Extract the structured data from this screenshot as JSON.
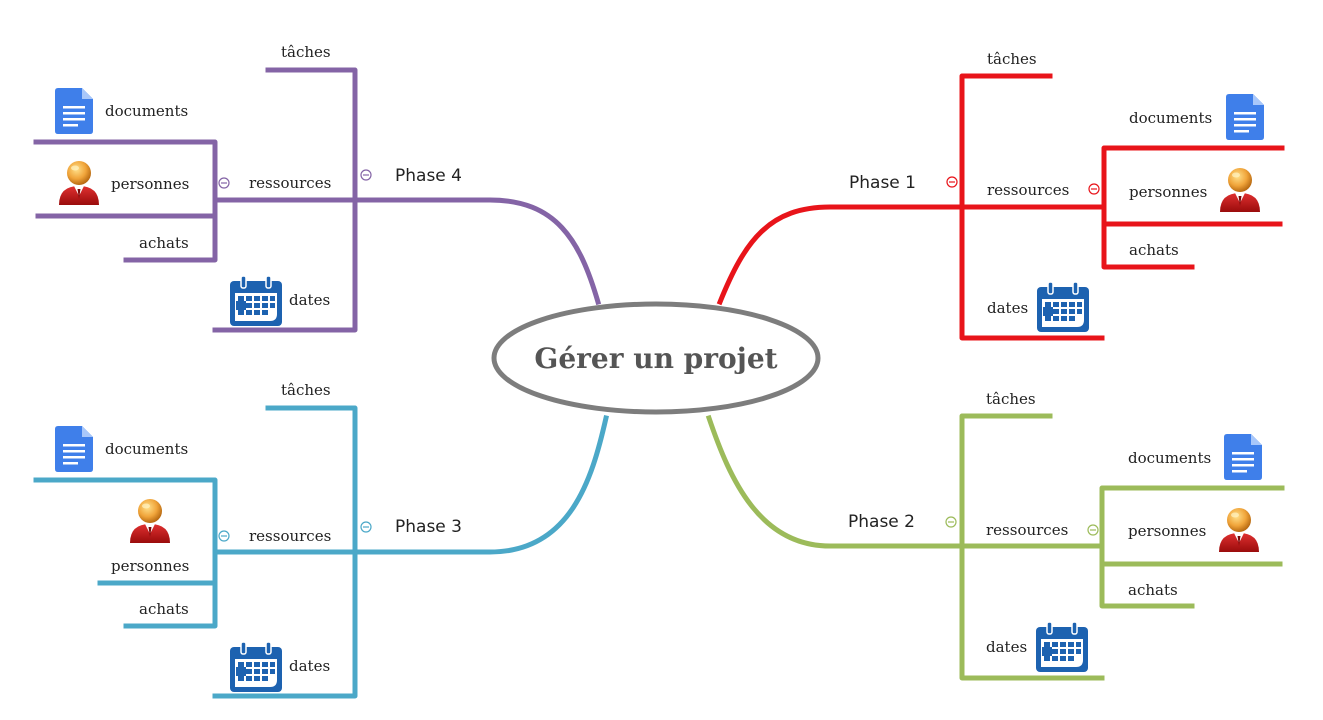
{
  "central": {
    "title": "Gérer un projet"
  },
  "icons": {
    "documents": "document-icon",
    "personnes": "person-icon",
    "dates": "calendar-icon",
    "collapse": "collapse-icon"
  },
  "phases": [
    {
      "id": "phase1",
      "label": "Phase 1",
      "color": "#e8141a",
      "taches": "tâches",
      "ressources": "ressources",
      "documents": "documents",
      "personnes": "personnes",
      "achats": "achats",
      "dates": "dates"
    },
    {
      "id": "phase2",
      "label": "Phase 2",
      "color": "#9cbb5a",
      "taches": "tâches",
      "ressources": "ressources",
      "documents": "documents",
      "personnes": "personnes",
      "achats": "achats",
      "dates": "dates"
    },
    {
      "id": "phase3",
      "label": "Phase 3",
      "color": "#4ba8c8",
      "taches": "tâches",
      "ressources": "ressources",
      "documents": "documents",
      "personnes": "personnes",
      "achats": "achats",
      "dates": "dates"
    },
    {
      "id": "phase4",
      "label": "Phase 4",
      "color": "#8464a6",
      "taches": "tâches",
      "ressources": "ressources",
      "documents": "documents",
      "personnes": "personnes",
      "achats": "achats",
      "dates": "dates"
    }
  ]
}
